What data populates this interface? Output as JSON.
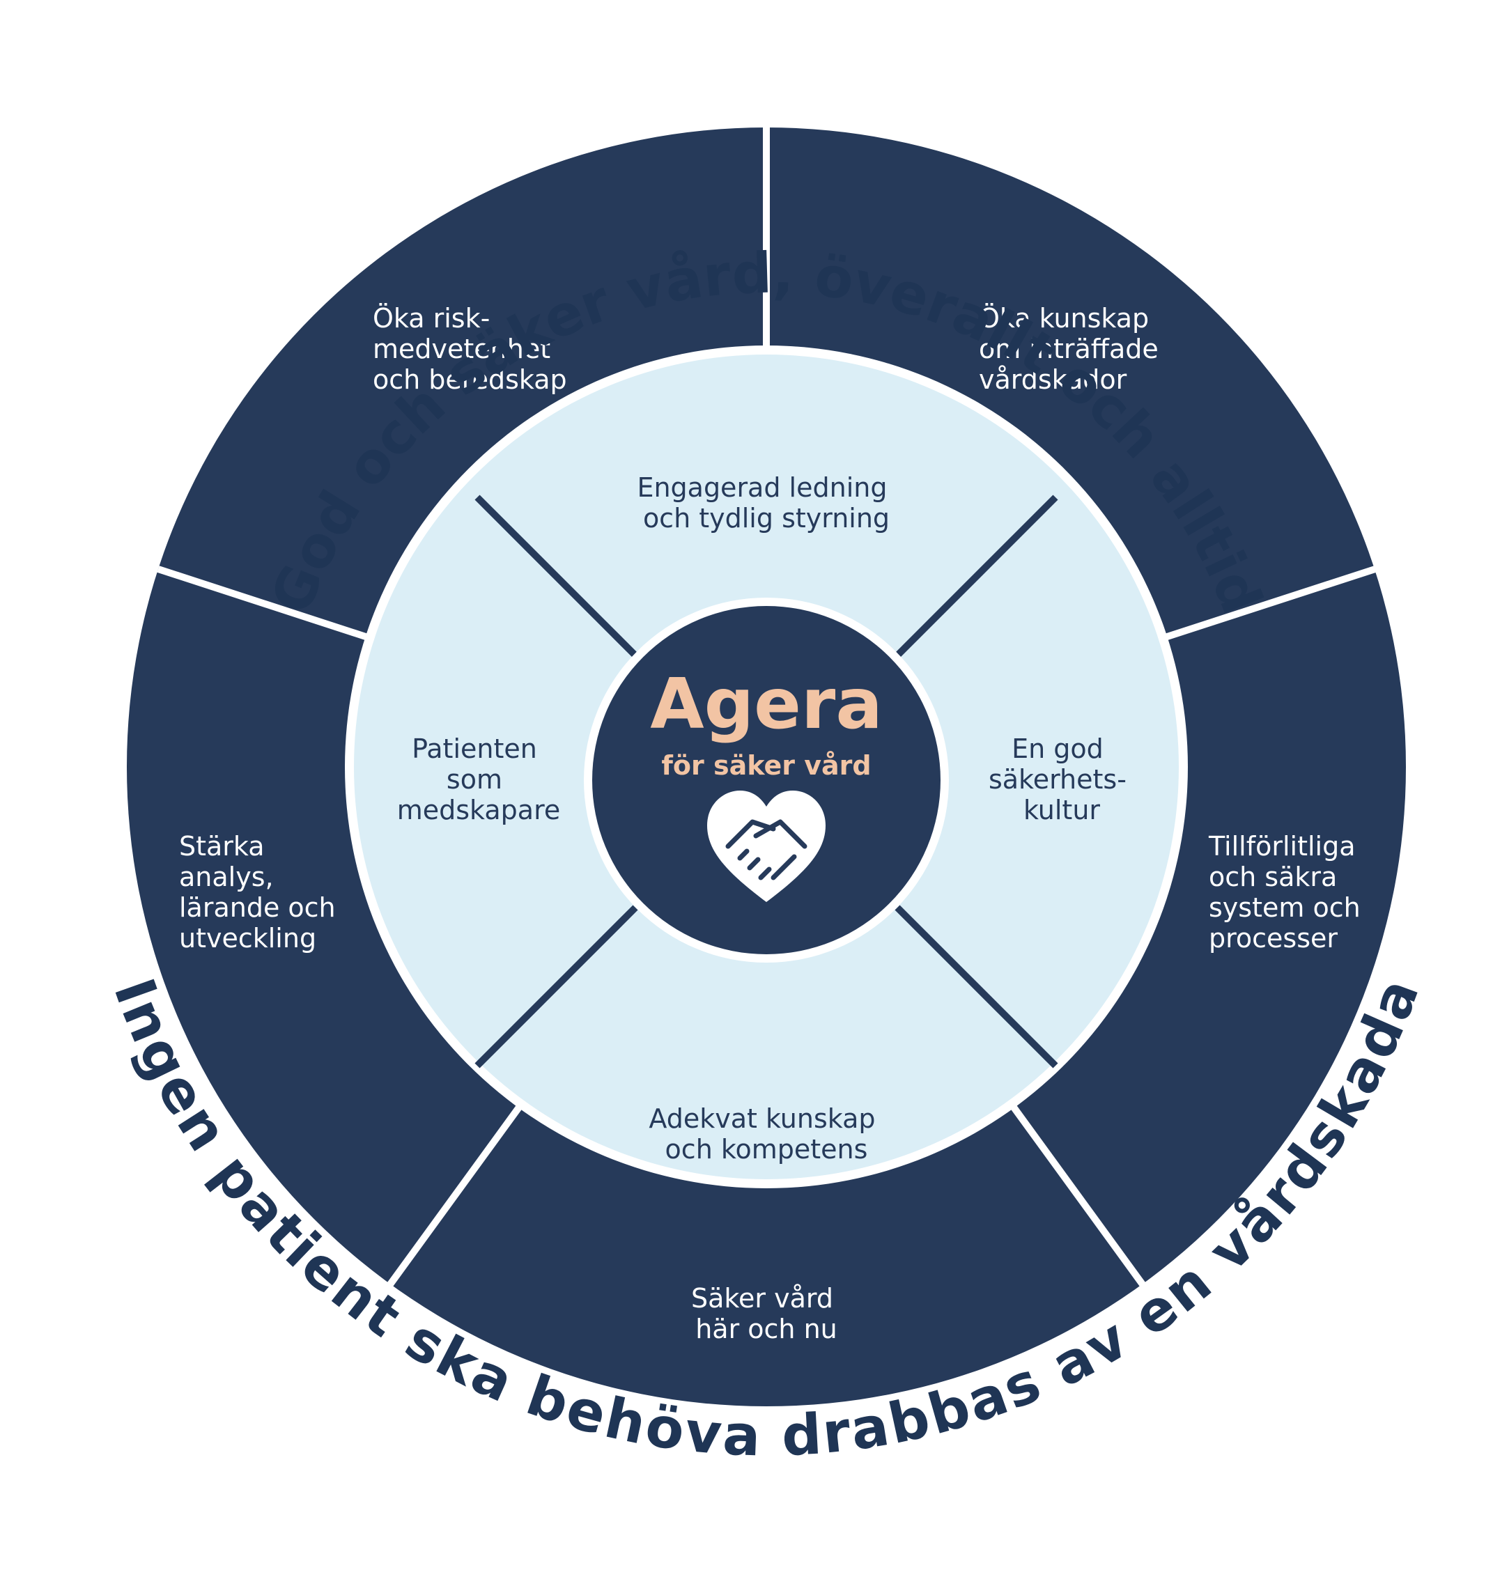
{
  "colors": {
    "dark": "#263a5a",
    "light": "#dbeef6",
    "accent": "#f2c4a4",
    "divider": "#ffffff",
    "background": "#ffffff"
  },
  "top_arc_text": "God och säker vård, överallt och alltid",
  "bottom_arc_text": "Ingen patient ska behöva drabbas av en vårdskada",
  "outer_segments": [
    {
      "id": "top-left",
      "lines": [
        "Öka risk-",
        "medvetenhet",
        "och beredskap"
      ]
    },
    {
      "id": "top-right",
      "lines": [
        "Öka kunskap",
        "om inträffade",
        "vårdskador"
      ]
    },
    {
      "id": "left",
      "lines": [
        "Stärka",
        "analys,",
        "lärande och",
        "utveckling"
      ]
    },
    {
      "id": "right",
      "lines": [
        "Tillförlitliga",
        "och säkra",
        "system och",
        "processer"
      ]
    },
    {
      "id": "bottom",
      "lines": [
        "Säker vård",
        "här och nu"
      ]
    }
  ],
  "inner_segments": [
    {
      "id": "top",
      "lines": [
        "Engagerad ledning",
        "och tydlig styrning"
      ]
    },
    {
      "id": "left",
      "lines": [
        "Patienten",
        "som",
        "medskapare"
      ]
    },
    {
      "id": "right",
      "lines": [
        "En god",
        "säkerhets-",
        "kultur"
      ]
    },
    {
      "id": "bottom",
      "lines": [
        "Adekvat kunskap",
        "och kompetens"
      ]
    }
  ],
  "center": {
    "title": "Agera",
    "subtitle": "för säker vård",
    "icon": "heart-handshake-icon"
  }
}
